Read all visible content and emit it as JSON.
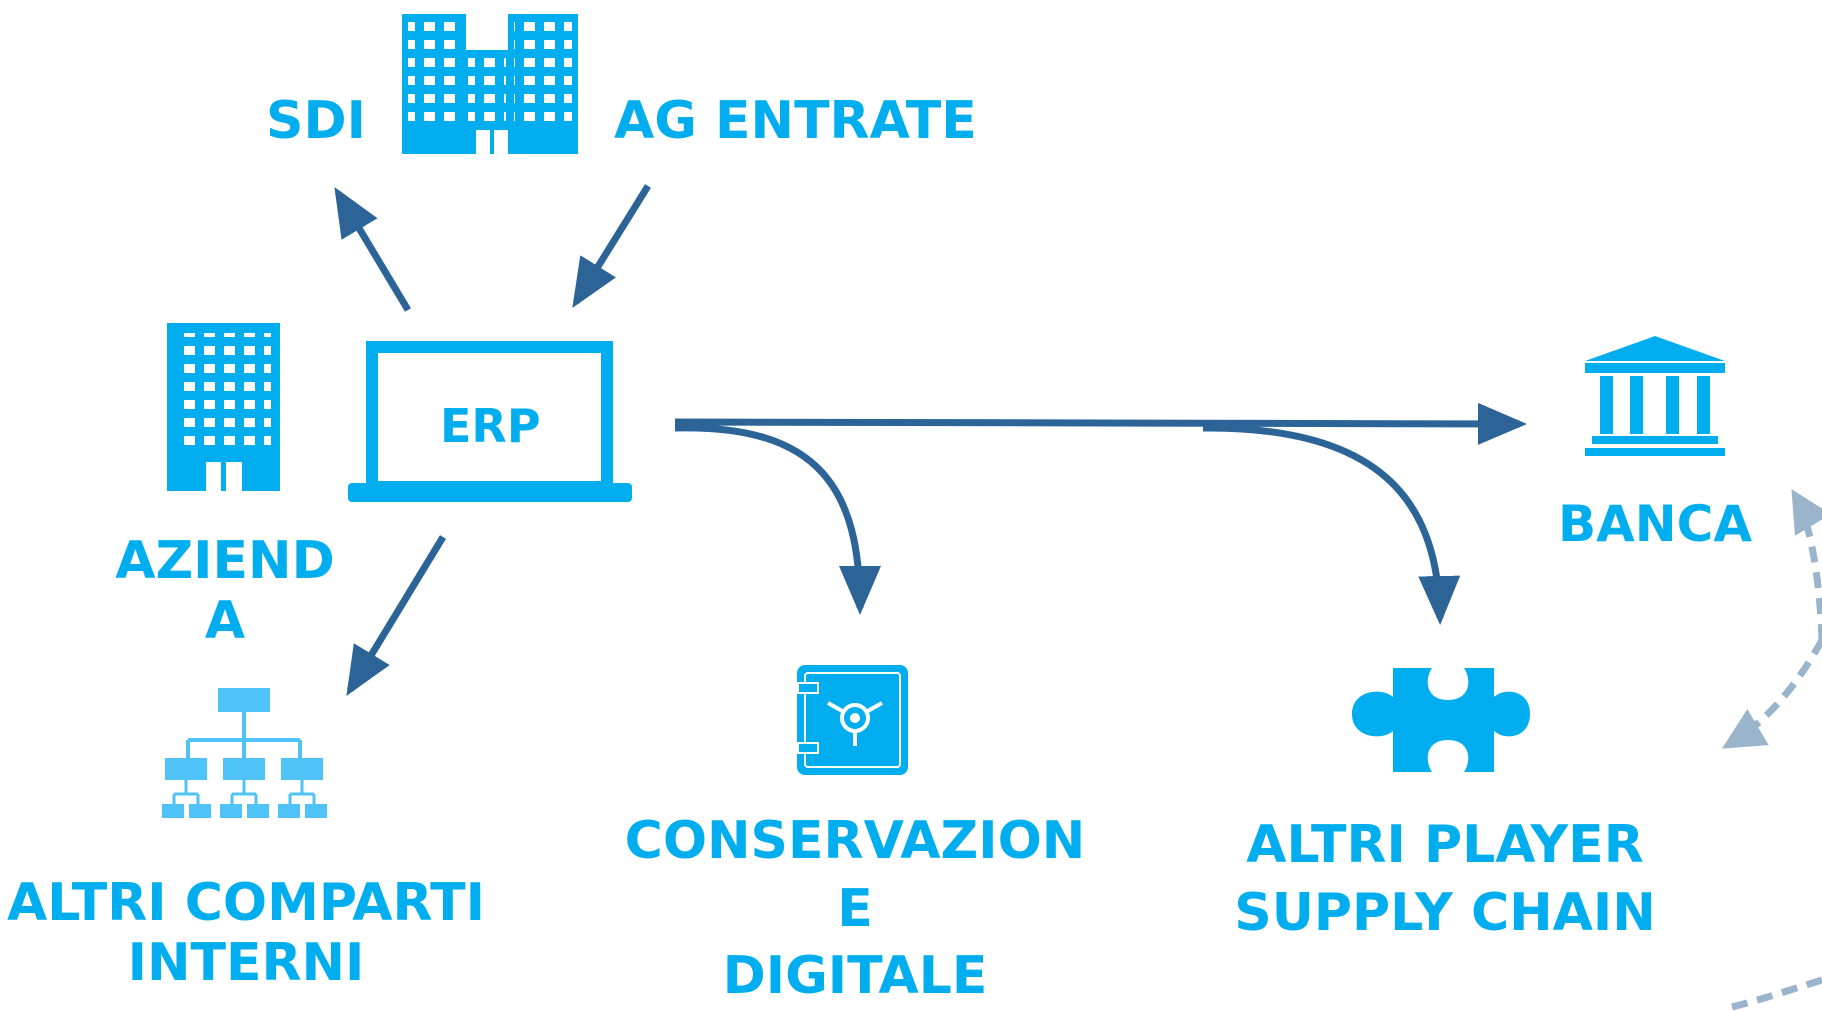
{
  "nodes": {
    "sdi": "SDI",
    "ag_entrate": "AG ENTRATE",
    "erp": "ERP",
    "azienda": [
      "AZIEND",
      "A"
    ],
    "banca": "BANCA",
    "altri_comparti": [
      "ALTRI COMPARTI",
      "INTERNI"
    ],
    "conservazione": [
      "CONSERVAZION",
      "E",
      "DIGITALE"
    ],
    "altri_player": [
      "ALTRI PLAYER",
      "SUPPLY CHAIN"
    ]
  },
  "icons": {
    "government": "government-building-icon",
    "company": "office-building-icon",
    "erp": "laptop-icon",
    "bank": "bank-icon",
    "org": "org-chart-icon",
    "vault": "safe-vault-icon",
    "puzzle": "puzzle-piece-icon"
  },
  "colors": {
    "label": "#00aeef",
    "icon": "#00aeef",
    "arrow": "#2c6497",
    "dashed": "#9ab4cc"
  }
}
